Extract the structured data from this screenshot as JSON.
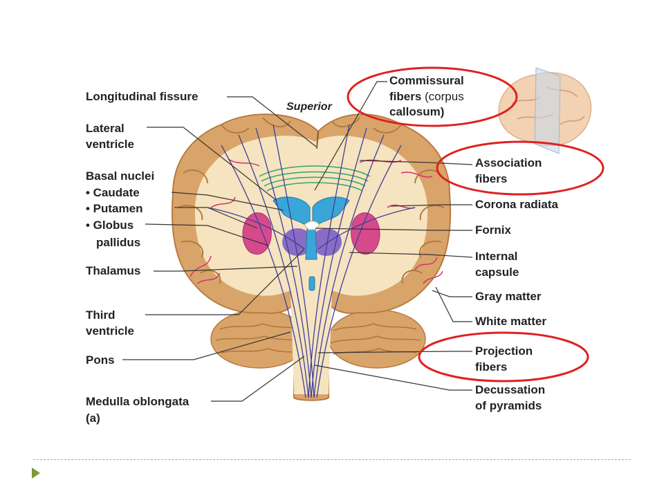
{
  "orientation": "Superior",
  "panel_label": "(a)",
  "labels_left": {
    "longitudinal_fissure": "Longitudinal fissure",
    "lateral_ventricle_1": "Lateral",
    "lateral_ventricle_2": "ventricle",
    "basal_nuclei": "Basal nuclei",
    "caudate": "• Caudate",
    "putamen": "• Putamen",
    "globus_1": "• Globus",
    "globus_2": "pallidus",
    "thalamus": "Thalamus",
    "third_ventricle_1": "Third",
    "third_ventricle_2": "ventricle",
    "pons": "Pons",
    "medulla": "Medulla oblongata"
  },
  "labels_right": {
    "commissural_1": "Commissural",
    "commissural_2a": "fibers",
    "commissural_2b": " (corpus",
    "commissural_3": "callosum)",
    "association_1": "Association",
    "association_2": "fibers",
    "corona_radiata": "Corona radiata",
    "fornix": "Fornix",
    "internal_capsule_1": "Internal",
    "internal_capsule_2": "capsule",
    "gray_matter": "Gray matter",
    "white_matter": "White matter",
    "projection_1": "Projection",
    "projection_2": "fibers",
    "decussation_1": "Decussation",
    "decussation_2": "of pyramids"
  },
  "colors": {
    "highlight_ellipse": "#e02020",
    "gray_matter": "#d9a46a",
    "white_matter": "#f6e3bf",
    "ventricle": "#3aa6d8",
    "basal_nuclei": "#d64a8c",
    "thalamus": "#8a6cc4",
    "commissural": "#2fa56a",
    "projection": "#3b3f9a",
    "association": "#d2306e",
    "slide_accent": "#7a9a3a"
  }
}
